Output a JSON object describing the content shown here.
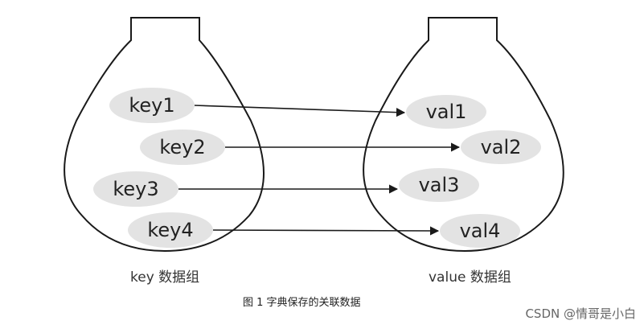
{
  "diagram": {
    "keys": [
      "key1",
      "key2",
      "key3",
      "key4"
    ],
    "values": [
      "val1",
      "val2",
      "val3",
      "val4"
    ],
    "key_group_label": "key 数据组",
    "value_group_label": "value 数据组"
  },
  "caption": "图 1 字典保存的关联数据",
  "watermark": "CSDN @情哥是小白",
  "colors": {
    "pill": "#e3e3e3",
    "stroke": "#1a1a1a"
  }
}
